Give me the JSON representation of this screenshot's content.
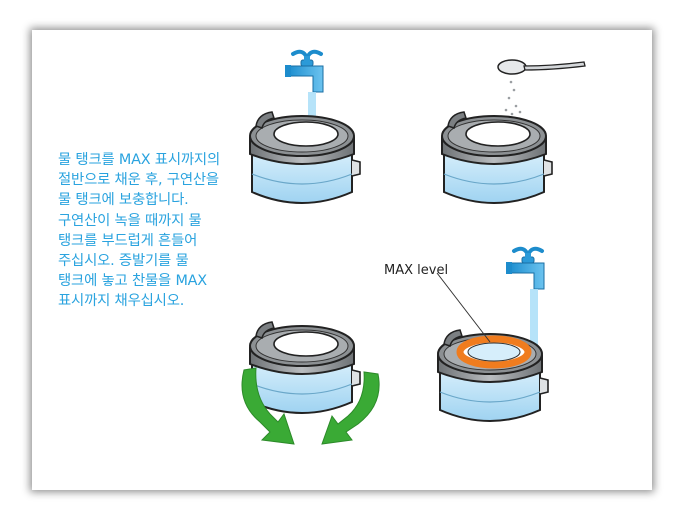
{
  "instructions": {
    "lines": [
      "물 탱크를 MAX 표시까지의",
      "절반으로 채운 후, 구연산을",
      "물 탱크에 보충합니다.",
      "구연산이 녹을 때까지 물",
      "탱크를 부드럽게 흔들어",
      "주십시오. 증발기를 물",
      "탱크에 놓고 찬물을 MAX",
      "표시까지 채우십시오."
    ]
  },
  "labels": {
    "max_level": "MAX level"
  },
  "colors": {
    "text_blue": "#2aa3df",
    "water_blue": "#bfe3f7",
    "arrow_green": "#3aaa35",
    "max_ring_orange": "#f07c1e"
  },
  "icons": [
    "faucet-icon",
    "spoon-icon",
    "rotate-arrows-icon"
  ]
}
